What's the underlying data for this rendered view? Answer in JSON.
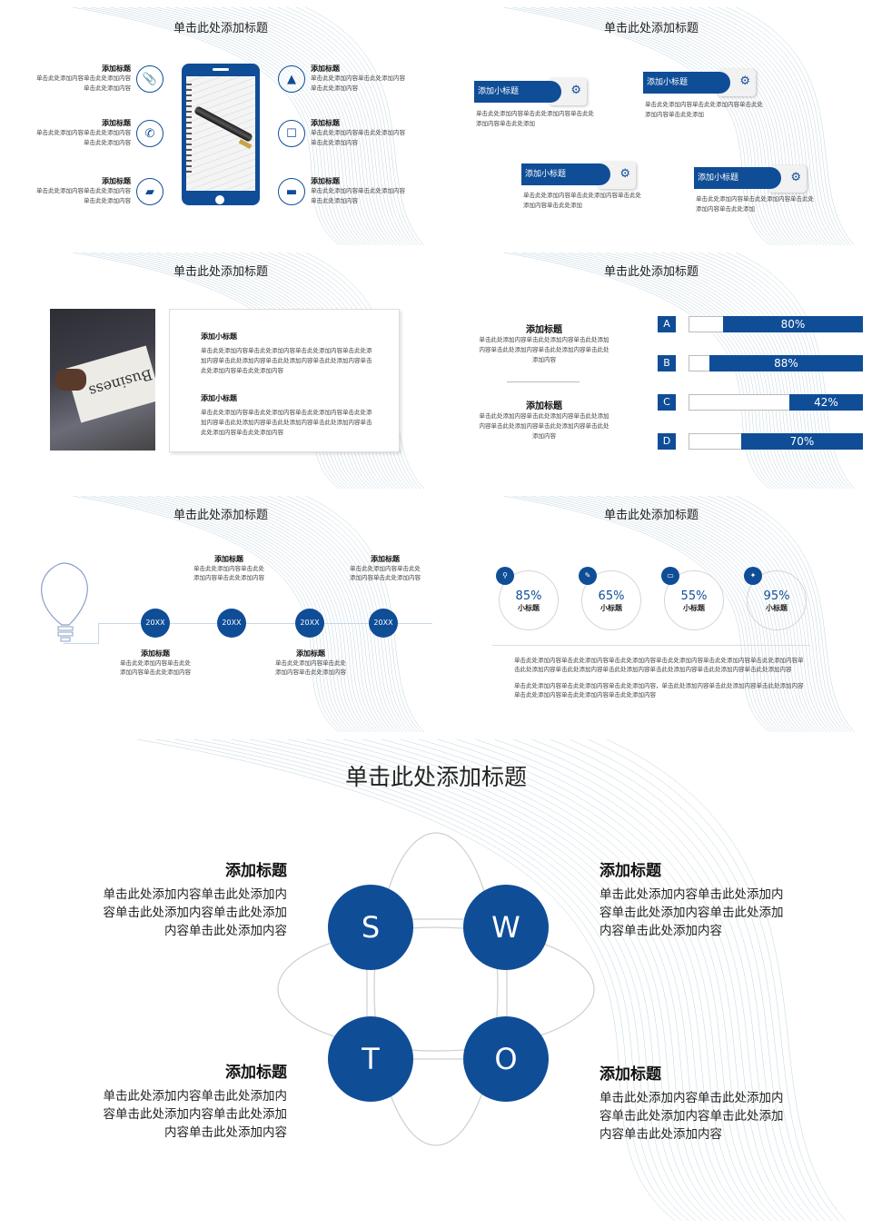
{
  "colors": {
    "primary": "#0f4d97",
    "line": "#9fb9c9",
    "gray": "#cfcfcf"
  },
  "slide_title": "单击此处添加标题",
  "s1": {
    "items_left": [
      {
        "title": "添加标题",
        "text": "单击此处添加内容单击此处添加内容单击此处添加内容",
        "icon": "paperclip-icon",
        "glyph": "📎"
      },
      {
        "title": "添加标题",
        "text": "单击此处添加内容单击此处添加内容单击此处添加内容",
        "icon": "phone-icon",
        "glyph": "✆"
      },
      {
        "title": "添加标题",
        "text": "单击此处添加内容单击此处添加内容单击此处添加内容",
        "icon": "book-icon",
        "glyph": "▰"
      }
    ],
    "items_right": [
      {
        "title": "添加标题",
        "text": "单击此处添加内容单击此处添加内容单击此处添加内容",
        "icon": "image-icon",
        "glyph": "▲"
      },
      {
        "title": "添加标题",
        "text": "单击此处添加内容单击此处添加内容单击此处添加内容",
        "icon": "chat-icon",
        "glyph": "☐"
      },
      {
        "title": "添加标题",
        "text": "单击此处添加内容单击此处添加内容单击此处添加内容",
        "icon": "folder-icon",
        "glyph": "▬"
      }
    ]
  },
  "s2": {
    "tabs": [
      {
        "label": "添加小标题",
        "text": "单击此处添加内容单击此处添加内容单击此处添加内容单击此处添加"
      },
      {
        "label": "添加小标题",
        "text": "单击此处添加内容单击此处添加内容单击此处添加内容单击此处添加"
      },
      {
        "label": "添加小标题",
        "text": "单击此处添加内容单击此处添加内容单击此处添加内容单击此处添加"
      },
      {
        "label": "添加小标题",
        "text": "单击此处添加内容单击此处添加内容单击此处添加内容单击此处添加"
      }
    ]
  },
  "s3": {
    "blocks": [
      {
        "title": "添加小标题",
        "text": "单击此处添加内容单击此处添加内容单击此处添加内容单击此处添加内容单击此处添加内容单击此处添加内容单击此处添加内容单击此处添加内容单击此处添加内容"
      },
      {
        "title": "添加小标题",
        "text": "单击此处添加内容单击此处添加内容单击此处添加内容单击此处添加内容单击此处添加内容单击此处添加内容单击此处添加内容单击此处添加内容单击此处添加内容"
      }
    ],
    "photo_word": "Business"
  },
  "s4": {
    "blocks": [
      {
        "title": "添加标题",
        "text": "单击此处添加内容单击此处添加内容单击此处添加内容单击此处添加内容单击此处添加内容单击此处添加内容"
      },
      {
        "title": "添加标题",
        "text": "单击此处添加内容单击此处添加内容单击此处添加内容单击此处添加内容单击此处添加内容单击此处添加内容"
      }
    ],
    "bars": [
      {
        "letter": "A",
        "label": "80%",
        "value": 0.8
      },
      {
        "letter": "B",
        "label": "88%",
        "value": 0.88
      },
      {
        "letter": "C",
        "label": "42%",
        "value": 0.42
      },
      {
        "letter": "D",
        "label": "70%",
        "value": 0.7
      }
    ]
  },
  "s5": {
    "years": [
      "20XX",
      "20XX",
      "20XX",
      "20XX"
    ],
    "captions": [
      {
        "title": "添加标题",
        "text": "单击此处添加内容单击此处添加内容单击此处添加内容"
      },
      {
        "title": "添加标题",
        "text": "单击此处添加内容单击此处添加内容单击此处添加内容"
      },
      {
        "title": "添加标题",
        "text": "单击此处添加内容单击此处添加内容单击此处添加内容"
      },
      {
        "title": "添加标题",
        "text": "单击此处添加内容单击此处添加内容单击此处添加内容"
      }
    ]
  },
  "s6": {
    "rings": [
      {
        "value": "85%",
        "label": "小标题",
        "icon": "search-icon",
        "glyph": "⚲"
      },
      {
        "value": "65%",
        "label": "小标题",
        "icon": "pen-icon",
        "glyph": "✎"
      },
      {
        "value": "55%",
        "label": "小标题",
        "icon": "tv-icon",
        "glyph": "▭"
      },
      {
        "value": "95%",
        "label": "小标题",
        "icon": "badge-icon",
        "glyph": "✦"
      }
    ],
    "para1": "单击此处添加内容单击此处添加内容单击此处添加内容单击此处添加内容单击此处添加内容单击此处添加内容单击此处添加内容单击此处添加内容单击此处添加内容单击此处添加内容单击此处添加内容单击此处添加内容",
    "para2": "单击此处添加内容单击此处添加内容单击此处添加内容，单击此处添加内容单击此处添加内容单击此处添加内容单击此处添加内容单击此处添加内容单击此处添加内容"
  },
  "s7": {
    "letters": [
      "S",
      "W",
      "T",
      "O"
    ],
    "blocks": [
      {
        "title": "添加标题",
        "text": "单击此处添加内容单击此处添加内容单击此处添加内容单击此处添加内容单击此处添加内容"
      },
      {
        "title": "添加标题",
        "text": "单击此处添加内容单击此处添加内容单击此处添加内容单击此处添加内容单击此处添加内容"
      },
      {
        "title": "添加标题",
        "text": "单击此处添加内容单击此处添加内容单击此处添加内容单击此处添加内容单击此处添加内容"
      },
      {
        "title": "添加标题",
        "text": "单击此处添加内容单击此处添加内容单击此处添加内容单击此处添加内容单击此处添加内容"
      }
    ]
  }
}
